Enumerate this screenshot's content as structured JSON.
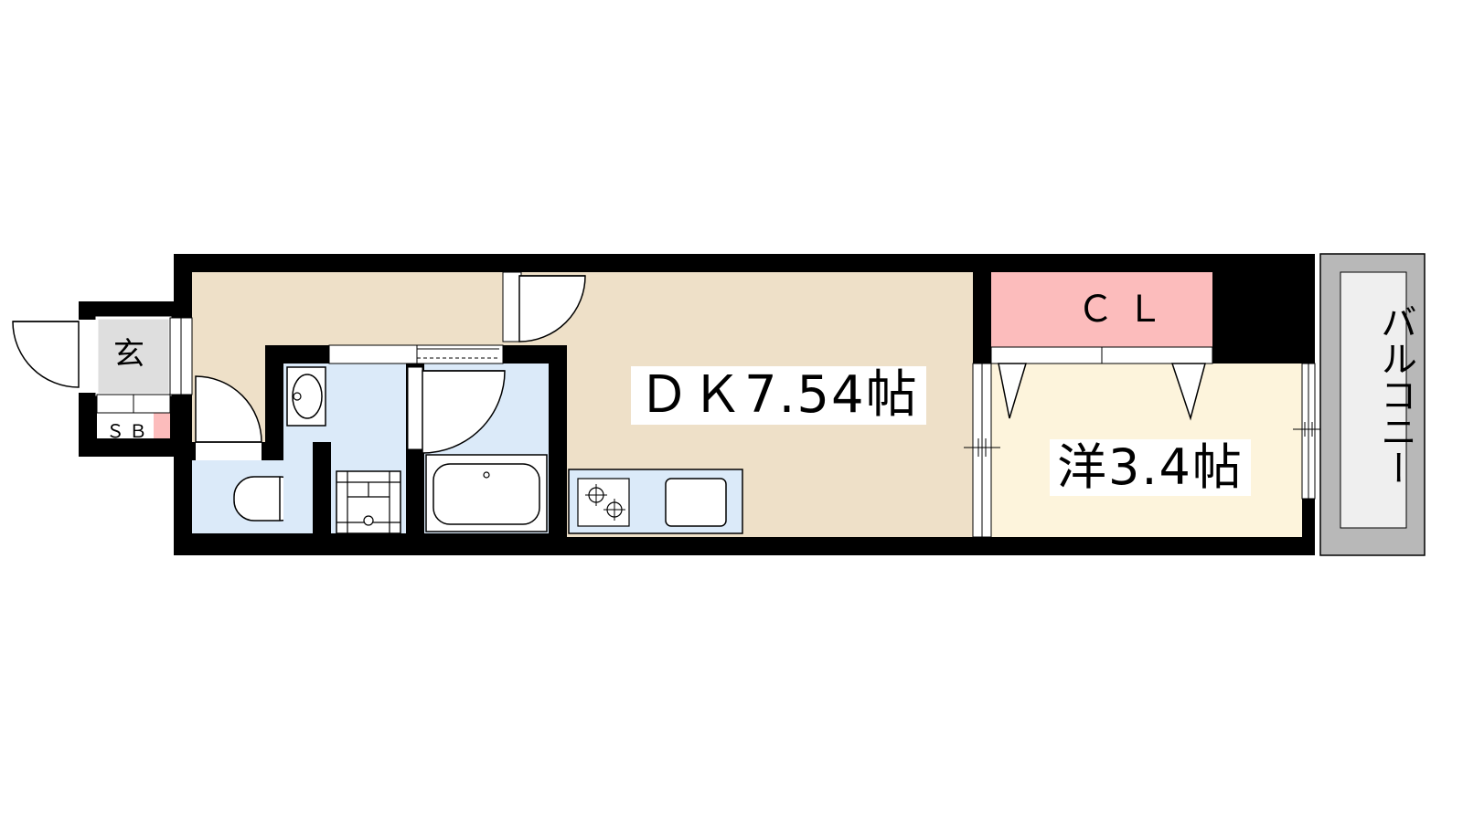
{
  "rooms": {
    "dining_kitchen": {
      "label": "ＤＫ7.54帖"
    },
    "western_room": {
      "label": "洋3.4帖"
    },
    "closet": {
      "label": "ＣＬ"
    },
    "entrance": {
      "label": "玄"
    },
    "shoe_box": {
      "label": "ＳＢ"
    },
    "balcony": {
      "label": "バルコニー"
    }
  },
  "colors": {
    "wall": "#000000",
    "dining_kitchen_floor": "#eee0c8",
    "western_floor": "#fdf4dc",
    "wet_area": "#dbeaf9",
    "closet": "#fcbcbc",
    "entrance": "#dedede",
    "balcony_frame": "#b8b8b8",
    "balcony_inner": "#efefef",
    "shoe_box": "#fcbcbc"
  }
}
